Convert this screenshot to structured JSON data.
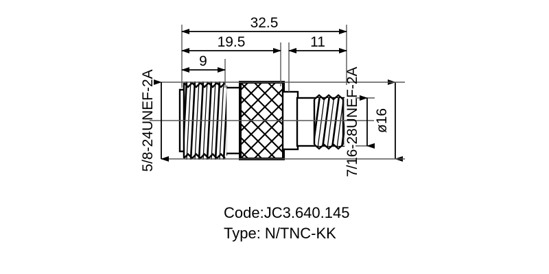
{
  "drawing": {
    "title_code": "Code:JC3.640.145",
    "title_type": "Type: N/TNC-KK",
    "line_color": "#000000",
    "background_color": "#ffffff",
    "dimensions": {
      "overall_length": "32.5",
      "left_section_length": "19.5",
      "left_thread_length": "9",
      "right_section_length": "11",
      "outer_diameter": "ø16"
    },
    "labels": {
      "left_thread_spec": "5/8-24UNEF-2A",
      "right_thread_spec": "7/16-28UNEF-2A"
    }
  }
}
